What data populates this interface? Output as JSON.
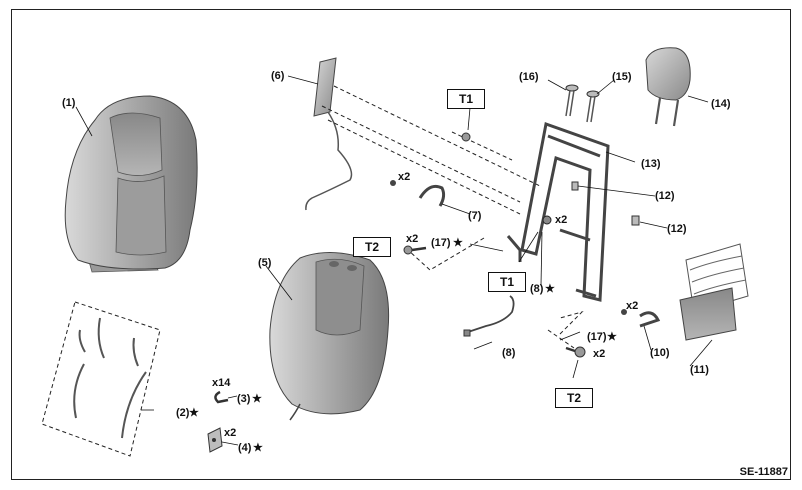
{
  "diagram": {
    "code": "SE-11887",
    "torque_boxes": [
      "T1",
      "T1",
      "T2",
      "T2"
    ],
    "callouts": {
      "c1": "(1)",
      "c2": "(2)",
      "c3": "(3)",
      "c4": "(4)",
      "c5": "(5)",
      "c6": "(6)",
      "c7": "(7)",
      "c8a": "(8)",
      "c8b": "(8)",
      "c10": "(10)",
      "c11": "(11)",
      "c12a": "(12)",
      "c12b": "(12)",
      "c13": "(13)",
      "c14": "(14)",
      "c15": "(15)",
      "c16": "(16)",
      "c17a": "(17)",
      "c17b": "(17)"
    },
    "quantities": {
      "q3": "x14",
      "q4": "x2",
      "q7": "x2",
      "q8": "x2",
      "q17a": "x2",
      "q17b": "x2",
      "q10": "x2"
    },
    "star": "★"
  }
}
